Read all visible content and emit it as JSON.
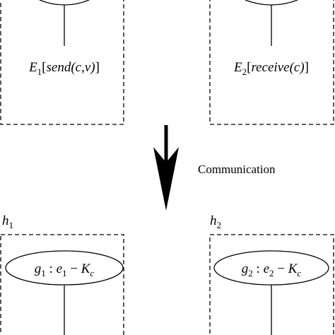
{
  "top_left": {
    "expr_E": "E",
    "expr_sub": "1",
    "expr_open": "[",
    "expr_call": "send(c,v)",
    "expr_close": "]"
  },
  "top_right": {
    "expr_E": "E",
    "expr_sub": "2",
    "expr_open": "[",
    "expr_call": "receive(c)",
    "expr_close": "]"
  },
  "arrow": {
    "label": "Communication"
  },
  "bottom_left": {
    "host_h": "h",
    "host_sub": "1",
    "node_g": "g",
    "node_g_sub": "1",
    "node_colon": " : ",
    "node_e": "e",
    "node_e_sub": "1",
    "node_minus": " − ",
    "node_K": "K",
    "node_K_sub": "c"
  },
  "bottom_right": {
    "host_h": "h",
    "host_sub": "2",
    "node_g": "g",
    "node_g_sub": "2",
    "node_colon": " : ",
    "node_e": "e",
    "node_e_sub": "2",
    "node_minus": " − ",
    "node_K": "K",
    "node_K_sub": "c"
  }
}
